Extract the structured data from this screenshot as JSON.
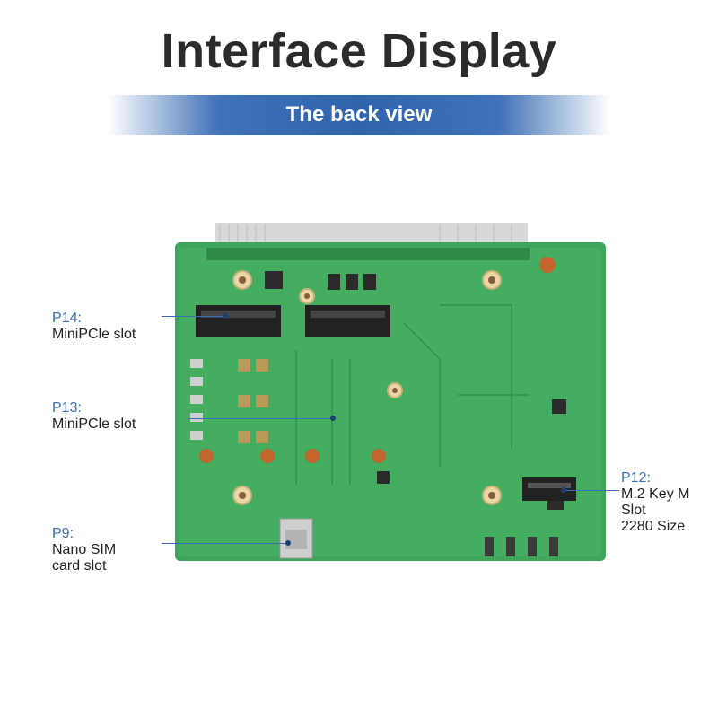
{
  "header": {
    "title": "Interface Display",
    "subtitle": "The back view"
  },
  "callouts": [
    {
      "code": "P14:",
      "description": "MiniPCle slot"
    },
    {
      "code": "P13:",
      "description": "MiniPCle slot"
    },
    {
      "code": "P9:",
      "description": "Nano SIM\ncard slot"
    },
    {
      "code": "P12:",
      "description": "M.2 Key M\nSlot\n2280 Size"
    }
  ],
  "colors": {
    "accent": "#3a6fb7",
    "pcb": "#3fa55a",
    "title": "#2b2b2b"
  }
}
